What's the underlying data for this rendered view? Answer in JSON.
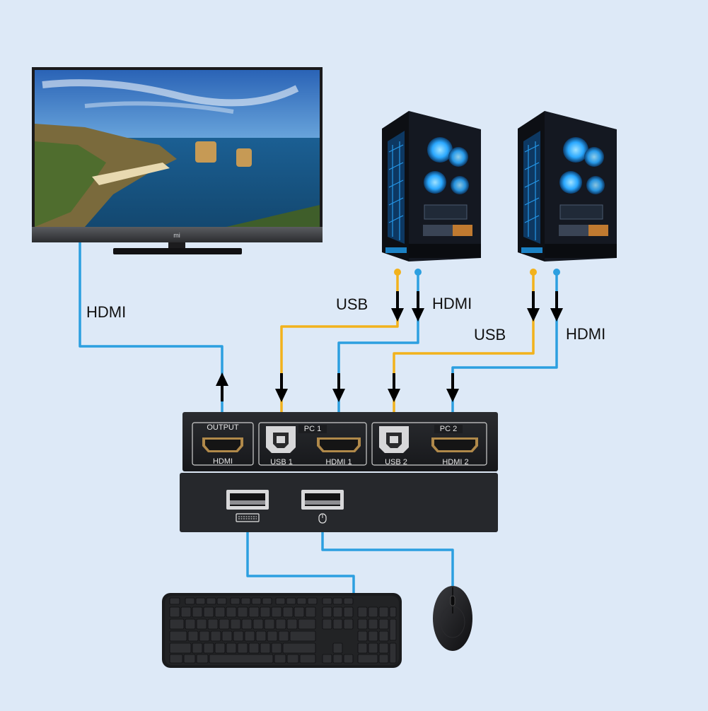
{
  "colors": {
    "background": "#dde9f7",
    "hdmi_cable": "#2c9fe0",
    "usb_cable": "#f2b21c",
    "device_body": "#1f2124",
    "port_label": "#e6e6e6",
    "pc_glow": "#2aa8ff"
  },
  "labels": {
    "hdmi_monitor": "HDMI",
    "usb_pc1": "USB",
    "hdmi_pc1": "HDMI",
    "usb_pc2": "USB",
    "hdmi_pc2": "HDMI"
  },
  "monitor": {
    "brand": "mi"
  },
  "switch": {
    "output_top": "OUTPUT",
    "output_bottom": "HDMI",
    "pc1_group": "PC 1",
    "usb1": "USB 1",
    "hdmi1": "HDMI 1",
    "pc2_group": "PC 2",
    "usb2": "USB 2",
    "hdmi2": "HDMI 2"
  },
  "front_ports": {
    "keyboard_icon": "keyboard-icon",
    "mouse_icon": "mouse-icon"
  },
  "icons": [
    "arrow-down-icon",
    "arrow-up-icon"
  ]
}
